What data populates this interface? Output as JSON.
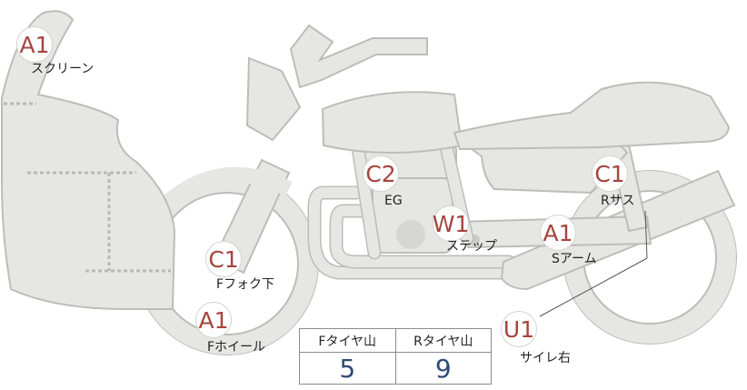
{
  "inspection_points": [
    {
      "code": "A1",
      "label": "スクリーン"
    },
    {
      "code": "C2",
      "label": "EG"
    },
    {
      "code": "C1",
      "label": "Rサス"
    },
    {
      "code": "W1",
      "label": "ステップ"
    },
    {
      "code": "A1",
      "label": "Sアーム"
    },
    {
      "code": "C1",
      "label": "Fフォク下"
    },
    {
      "code": "A1",
      "label": "Fホイール"
    },
    {
      "code": "U1",
      "label": "サイレ右"
    }
  ],
  "tread_table": {
    "front_header": "Fタイヤ山",
    "rear_header": "Rタイヤ山",
    "front_value": "5",
    "rear_value": "9"
  },
  "colors": {
    "badge_text": "#a5453f",
    "value_text": "#2f4a78",
    "body_fill": "#e6e6e3",
    "body_outline": "#bdbdb8"
  }
}
